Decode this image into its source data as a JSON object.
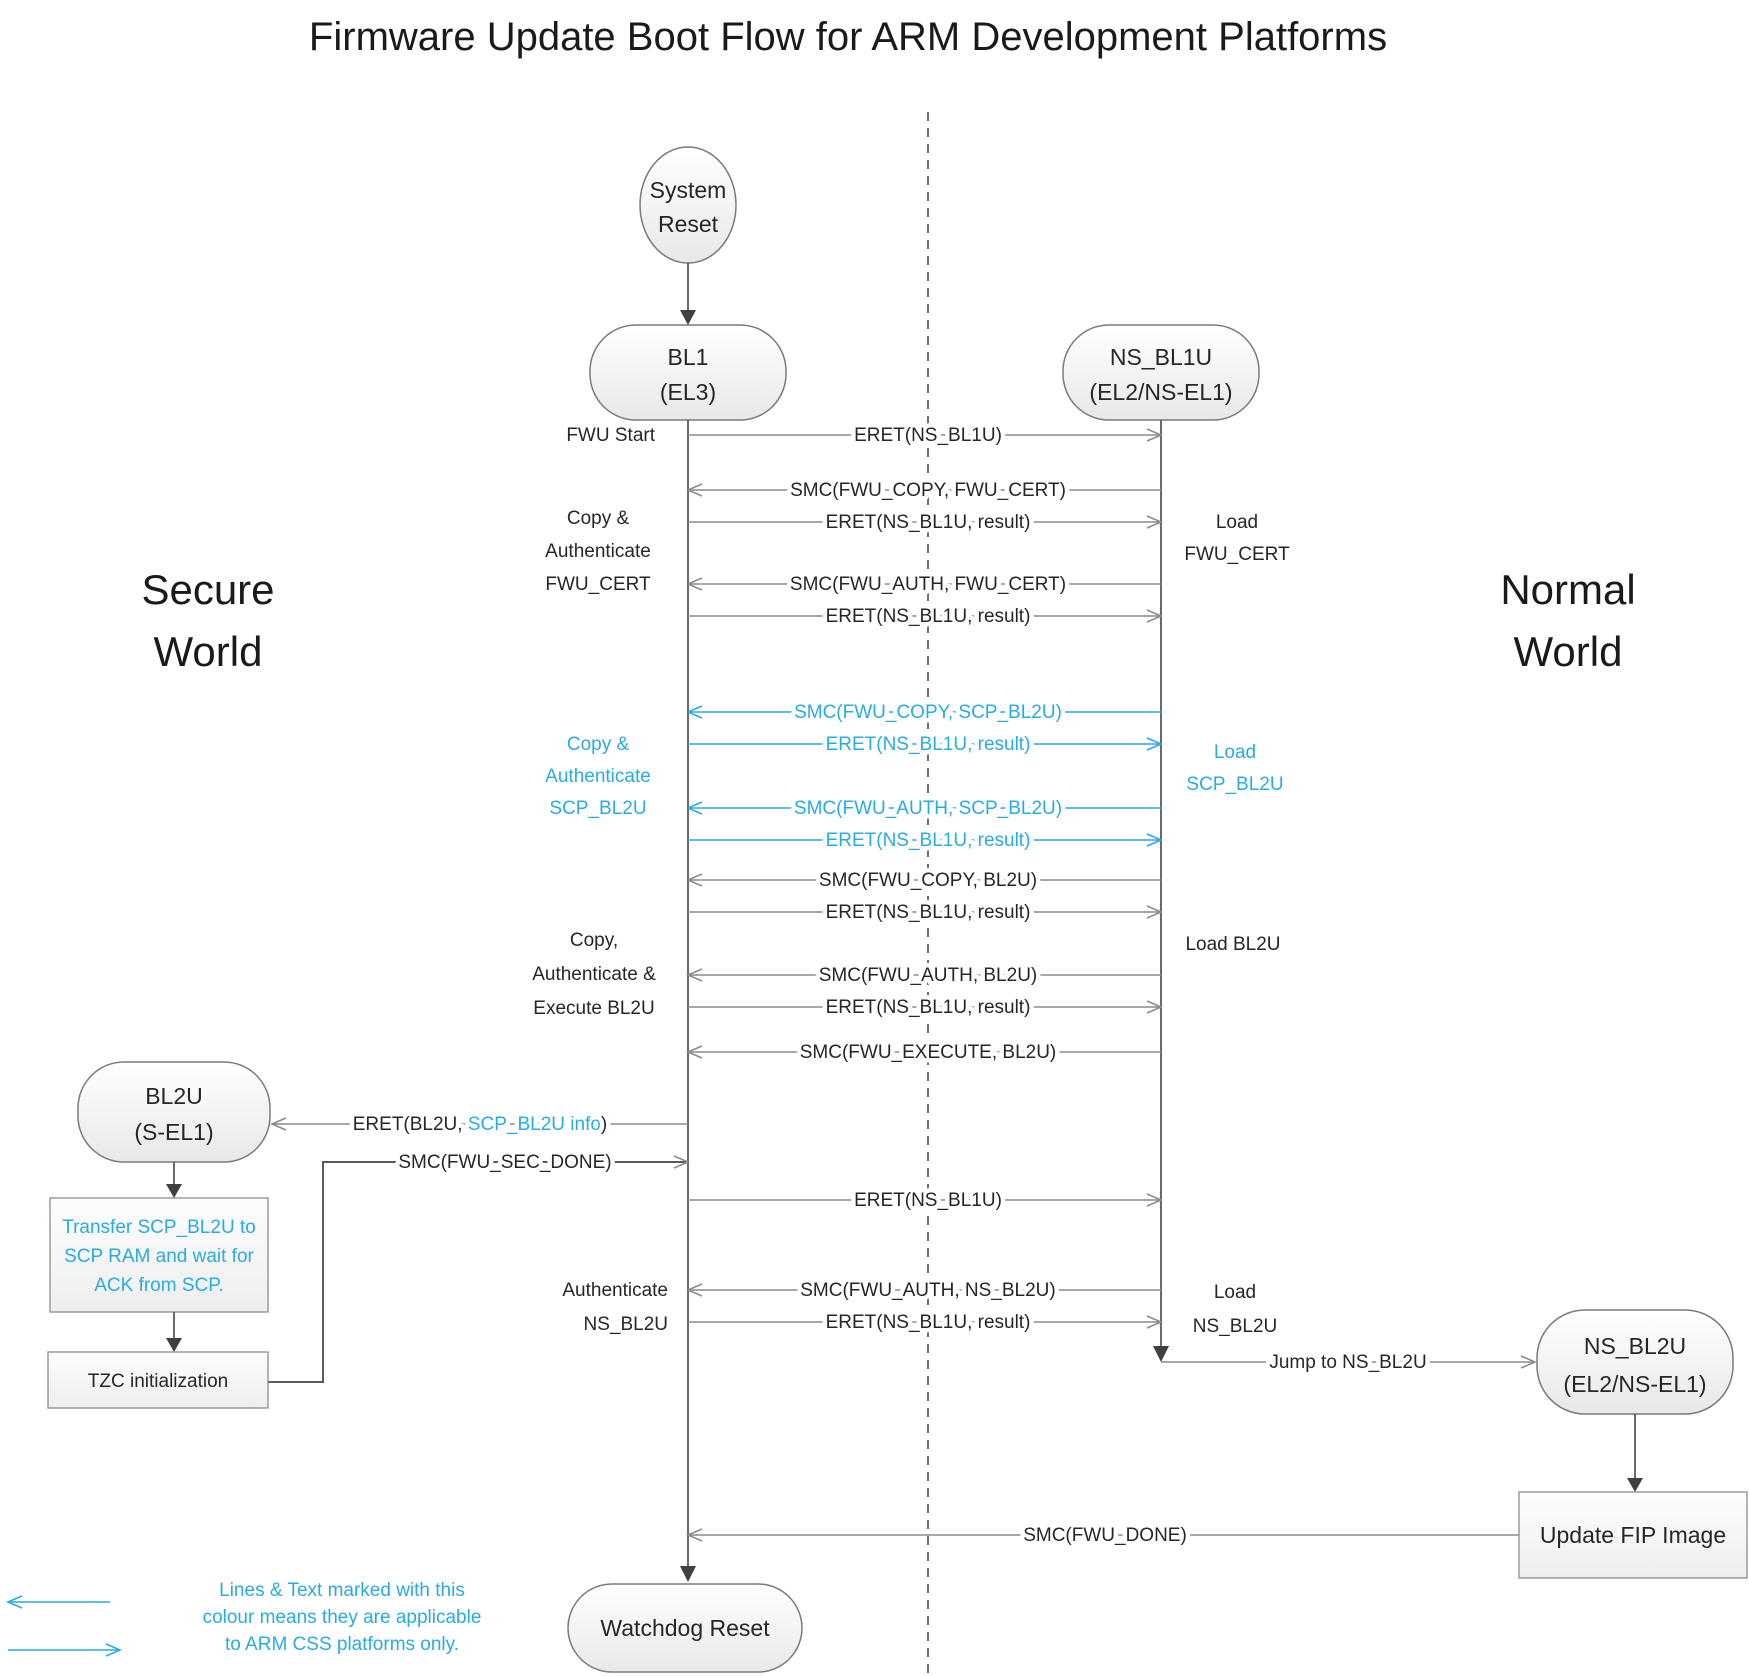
{
  "title": "Firmware Update Boot Flow for ARM Development Platforms",
  "colors": {
    "css_accent_blue": "#29ABE2"
  },
  "worlds": {
    "secure": [
      "Secure",
      "World"
    ],
    "normal": [
      "Normal",
      "World"
    ]
  },
  "nodes": {
    "system_reset": [
      "System",
      "Reset"
    ],
    "bl1": [
      "BL1",
      "(EL3)"
    ],
    "ns_bl1u": [
      "NS_BL1U",
      "(EL2/NS-EL1)"
    ],
    "bl2u": [
      "BL2U",
      "(S-EL1)"
    ],
    "ns_bl2u": [
      "NS_BL2U",
      "(EL2/NS-EL1)"
    ],
    "watchdog_reset": "Watchdog Reset",
    "update_fip_image": "Update FIP Image",
    "transfer_scp": [
      "Transfer SCP_BL2U to",
      "SCP RAM and wait for",
      "ACK from SCP."
    ],
    "tzc_init": "TZC initialization"
  },
  "messages": {
    "eret_ns_bl1u": "ERET(NS_BL1U)",
    "eret_ns_bl1u_result": "ERET(NS_BL1U, result)",
    "smc_fwu_copy_fwu_cert": "SMC(FWU_COPY, FWU_CERT)",
    "smc_fwu_auth_fwu_cert": "SMC(FWU_AUTH, FWU_CERT)",
    "smc_fwu_copy_scp_bl2u": "SMC(FWU_COPY, SCP_BL2U)",
    "smc_fwu_auth_scp_bl2u": "SMC(FWU_AUTH, SCP_BL2U)",
    "smc_fwu_copy_bl2u": "SMC(FWU_COPY, BL2U)",
    "smc_fwu_auth_bl2u": "SMC(FWU_AUTH, BL2U)",
    "smc_fwu_execute_bl2u": "SMC(FWU_EXECUTE, BL2U)",
    "eret_bl2u": {
      "prefix": "ERET(BL2U, ",
      "highlight": "SCP_BL2U info",
      "suffix": ")"
    },
    "smc_fwu_sec_done": "SMC(FWU_SEC_DONE)",
    "smc_fwu_auth_ns_bl2u": "SMC(FWU_AUTH, NS_BL2U)",
    "smc_fwu_done": "SMC(FWU_DONE)",
    "jump_to_ns_bl2u": "Jump to NS_BL2U"
  },
  "side_labels": {
    "fwu_start": "FWU Start",
    "copy_auth_fwu_cert": [
      "Copy &",
      "Authenticate",
      "FWU_CERT"
    ],
    "load_fwu_cert": [
      "Load",
      "FWU_CERT"
    ],
    "copy_auth_scp_bl2u": [
      "Copy &",
      "Authenticate",
      "SCP_BL2U"
    ],
    "load_scp_bl2u": [
      "Load",
      "SCP_BL2U"
    ],
    "copy_auth_exec_bl2u": [
      "Copy,",
      "Authenticate &",
      "Execute BL2U"
    ],
    "load_bl2u": "Load BL2U",
    "authenticate_ns_bl2u": [
      "Authenticate",
      "NS_BL2U"
    ],
    "load_ns_bl2u": [
      "Load",
      "NS_BL2U"
    ]
  },
  "legend": [
    "Lines & Text marked with this",
    "colour means they are applicable",
    "to ARM CSS platforms only."
  ]
}
